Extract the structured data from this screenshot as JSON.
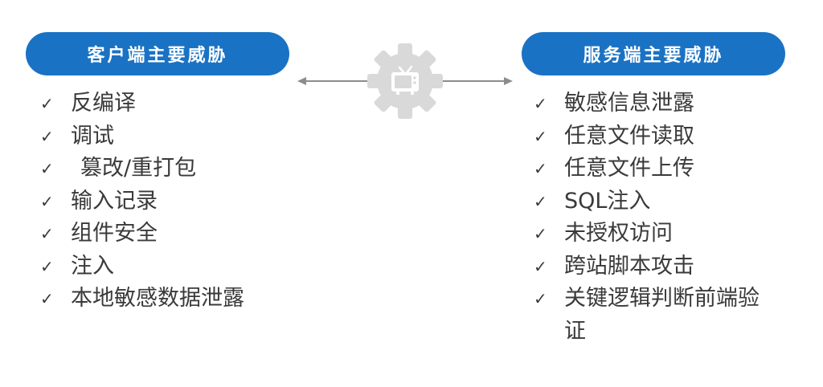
{
  "left_panel": {
    "title": "客户端主要威胁",
    "items": [
      "反编译",
      "调试",
      "篡改/重打包",
      "输入记录",
      "组件安全",
      "注入",
      "本地敏感数据泄露"
    ]
  },
  "right_panel": {
    "title": "服务端主要威胁",
    "items": [
      "敏感信息泄露",
      "任意文件读取",
      "任意文件上传",
      "SQL注入",
      "未授权访问",
      "跨站脚本攻击",
      "关键逻辑判断前端验证"
    ]
  },
  "icons": {
    "check": "check-icon",
    "center": "gear-tv-icon",
    "connector": "double-arrow-icon"
  },
  "colors": {
    "accent": "#1a72c4",
    "text": "#3a3a3a",
    "gear": "#d9d9d9",
    "arrow": "#8c8c8c"
  }
}
